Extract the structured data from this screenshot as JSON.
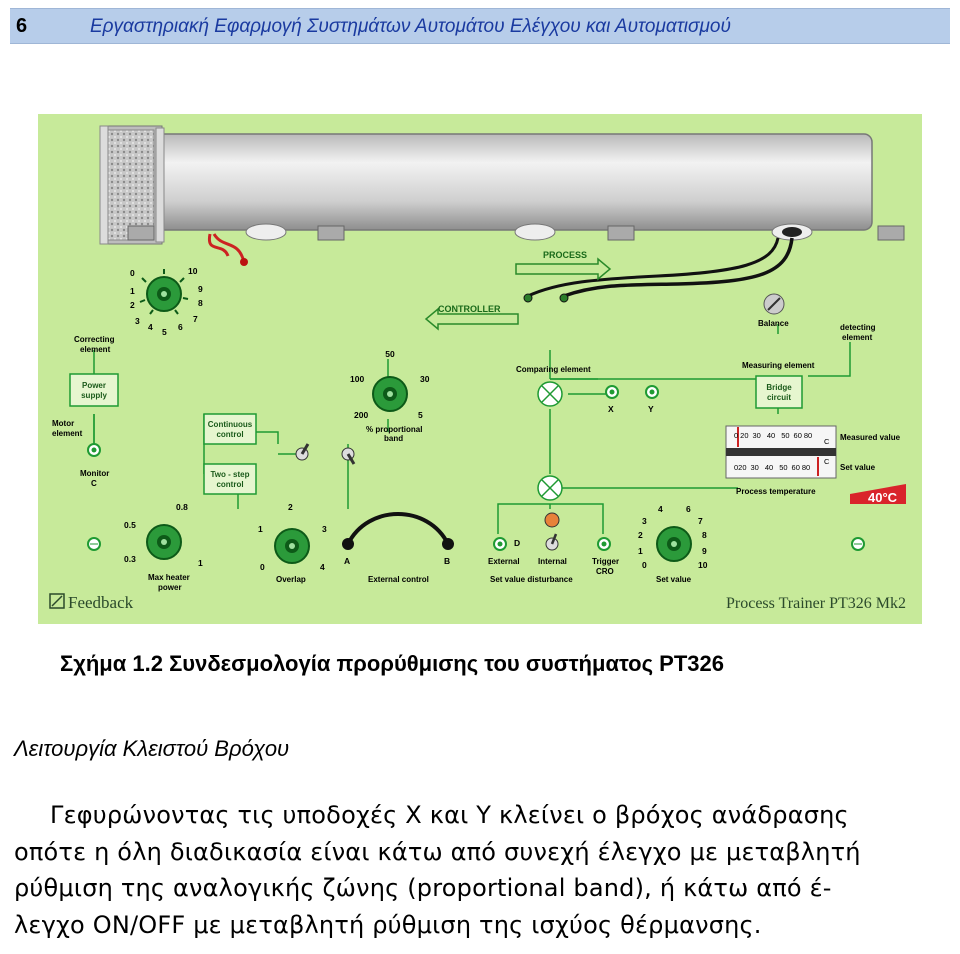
{
  "header": {
    "number": "6",
    "title": "Εργαστηριακή Εφαρμογή Συστημάτων Αυτομάτου Ελέγχου και Αυτοματισμού"
  },
  "figure": {
    "labels": {
      "process": "PROCESS",
      "controller": "CONTROLLER",
      "balance": "Balance",
      "detecting_element": [
        "detecting",
        "element"
      ],
      "correcting_element": [
        "Correcting",
        "element"
      ],
      "power_supply": [
        "Power",
        "supply"
      ],
      "motor_element": [
        "Motor",
        "element"
      ],
      "monitor_c": [
        "Monitor",
        "C"
      ],
      "continuous_control": [
        "Continuous",
        "control"
      ],
      "two_step_control": [
        "Two - step",
        "control"
      ],
      "comparing_element": "Comparing element",
      "measuring_element": "Measuring element",
      "bridge_circuit": [
        "Bridge",
        "circuit"
      ],
      "proportional_band": [
        "% proportional",
        "band"
      ],
      "x": "X",
      "y": "Y",
      "measured_value": "Measured value",
      "set_value_label": "Set value",
      "process_temperature": "Process temperature",
      "temp_readout": "40°C",
      "max_heater_power": [
        "Max heater",
        "power"
      ],
      "overlap": "Overlap",
      "a": "A",
      "b": "B",
      "external_control": "External control",
      "d": "D",
      "external": "External",
      "internal": "Internal",
      "trigger_cro": [
        "Trigger",
        "CRO"
      ],
      "set_value_disturbance": "Set value disturbance",
      "set_value_knob": "Set value",
      "feedback_logo": "Feedback",
      "product_name": "Process Trainer PT326 Mk2"
    },
    "dials": {
      "top_left": [
        "0",
        "1",
        "2",
        "3",
        "4",
        "5",
        "6",
        "7",
        "8",
        "9",
        "10"
      ],
      "proportional": [
        "200",
        "100",
        "50",
        "30",
        "5"
      ],
      "max_heater": [
        "0.3",
        "0.5",
        "0.8",
        "1"
      ],
      "overlap": [
        "0",
        "1",
        "2",
        "3",
        "4"
      ],
      "set_value": [
        "0",
        "1",
        "2",
        "3",
        "4",
        "6",
        "7",
        "8",
        "9",
        "10"
      ]
    },
    "meter_scale": [
      "0",
      "20",
      "30",
      "40",
      "50",
      "60",
      "80"
    ],
    "meter_unit": "C",
    "colors": {
      "panel": "#c7ea9a",
      "wire": "#1f9a33",
      "badge": "#d9242b"
    }
  },
  "caption": "Σχήμα 1.2 Συνδεσμολογία προρύθμισης του συστήματος PT326",
  "section_title": "Λειτουργία Κλειστού Βρόχου",
  "paragraph_lines": [
    "Γεφυρώνοντας τις υποδοχές X και Y κλείνει ο βρόχος ανάδρασης",
    "οπότε η όλη διαδικασία είναι κάτω από συνεχή έλεγχο με μεταβλητή",
    "ρύθμιση της αναλογικής ζώνης (proportional band), ή κάτω από έ-",
    "λεγχο ON/OFF με μεταβλητή ρύθμιση της ισχύος θέρμανσης."
  ]
}
